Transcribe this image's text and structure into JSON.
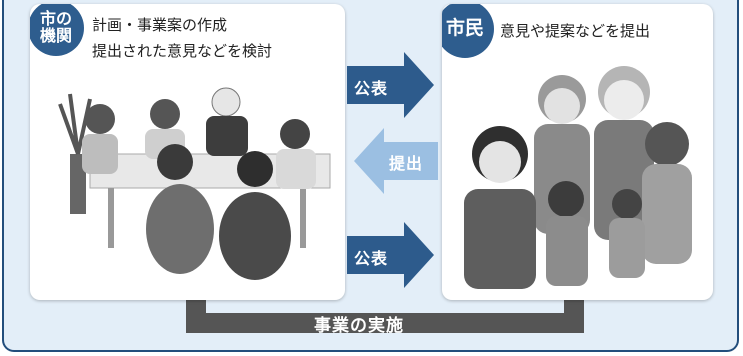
{
  "city_panel": {
    "badge": [
      "市の",
      "機関"
    ],
    "lines": [
      "計画・事業案の作成",
      "提出された意見などを検討"
    ]
  },
  "citizens_panel": {
    "badge": "市民",
    "lines": [
      "意見や提案などを提出"
    ]
  },
  "arrows": {
    "publish_top": "公表",
    "submit": "提出",
    "publish_bottom": "公表",
    "implementation": "事業の実施"
  },
  "colors": {
    "frame_border": "#234e7c",
    "background": "#e3eef8",
    "badge": "#2e5d8e",
    "arrow_dark": "#2d5b8c",
    "arrow_light": "#9bbfe2",
    "bottom_arrow": "#555555"
  }
}
